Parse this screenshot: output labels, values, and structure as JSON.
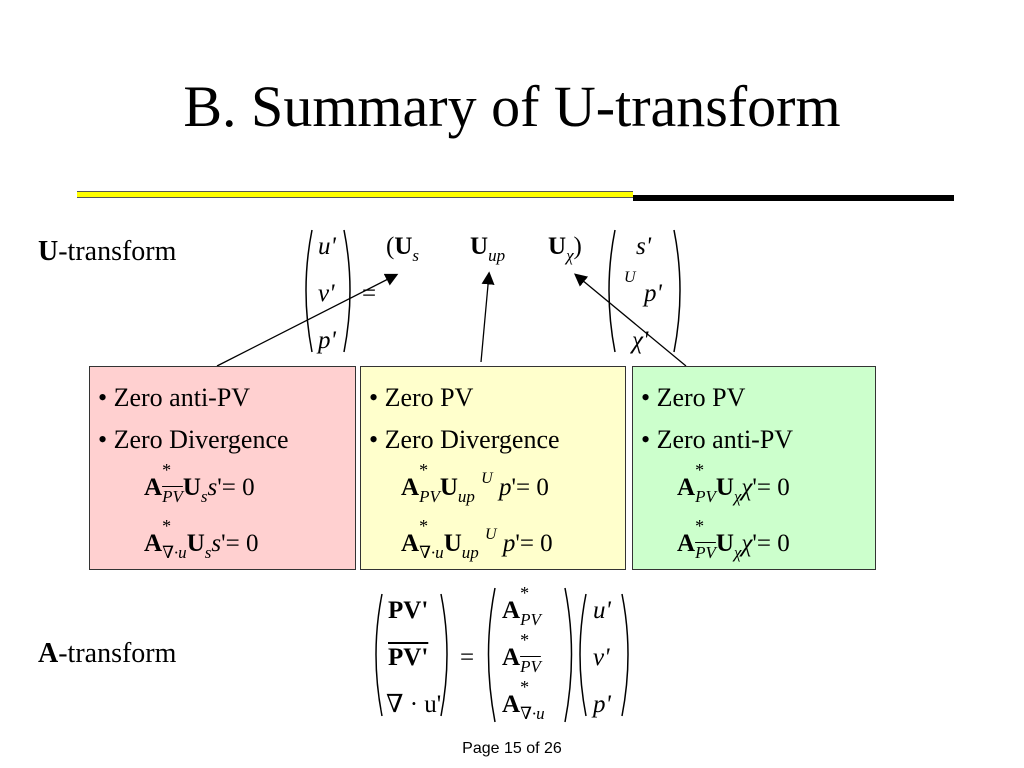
{
  "title": "B. Summary of U-transform",
  "u_transform_label": {
    "bold": "U",
    "rest": "-transform"
  },
  "a_transform_label": {
    "bold": "A",
    "rest": "-transform"
  },
  "u_matrix": {
    "lhs": [
      "u'",
      "v'",
      "p'"
    ],
    "rhs_vector": [
      "s'",
      "p'",
      "χ'"
    ],
    "U_superscript": "U",
    "operators": [
      "Us",
      "Uup",
      "Uχ"
    ]
  },
  "boxes": [
    {
      "color": "#ffd0d0",
      "lines": [
        "• Zero anti-PV",
        "• Zero Divergence"
      ]
    },
    {
      "color": "#ffffcc",
      "lines": [
        "• Zero PV",
        "• Zero Divergence"
      ]
    },
    {
      "color": "#ccffcc",
      "lines": [
        "• Zero PV",
        "• Zero anti-PV"
      ]
    }
  ],
  "a_matrix": {
    "lhs": [
      "PV'",
      "PV'",
      "∇ · u'"
    ],
    "rhs_vector": [
      "u'",
      "v'",
      "p'"
    ]
  },
  "footer": "Page 15 of 26"
}
